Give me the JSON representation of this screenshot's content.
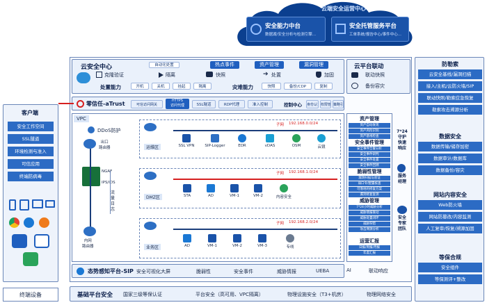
{
  "cloud": {
    "title": "云端安全运营中心",
    "capability": {
      "title": "安全能力中台",
      "desc": "数据湖/安全分析与检测引擎..."
    },
    "managed": {
      "title": "安全托管服务平台",
      "desc": "工单系统/报告中心/事件中心..."
    }
  },
  "client": {
    "title": "客户端",
    "items": [
      "安全工作空间",
      "SSL隧道",
      "环境检测与准入",
      "可信应用",
      "终端防病毒"
    ],
    "footer": "终端设备"
  },
  "center": {
    "title": "云安全中心",
    "badge": "自动化处置",
    "tabs": [
      "热点事件",
      "资产管理",
      "漏洞管理"
    ],
    "actions": [
      "克隆验证",
      "隔离",
      "快照",
      "处置",
      "加固"
    ],
    "process_label": "处置能力",
    "process_btns": [
      "开机",
      "关机",
      "挂起",
      "隔离"
    ],
    "recover_label": "灾难能力",
    "recover_btns": [
      "快照",
      "备份/CDP",
      "复制"
    ]
  },
  "linkage": {
    "title": "云平台联动",
    "items": [
      "联动快照",
      "备份容灾"
    ]
  },
  "ztna": {
    "label": "零信任-aTrust",
    "btns": [
      "可信访问网关",
      "HTTPS\n访问代理",
      "SSL隧道",
      "RDP代理",
      "准入控制"
    ],
    "ctrl": "控制中心",
    "ctrl_btns": [
      "身份认证",
      "权限管理",
      "策略引擎"
    ]
  },
  "vpc": {
    "label": "VPC",
    "ddos": "DDoS防护",
    "router_out": "出口\n路由器",
    "ngaf": "NGAF",
    "ipsids": "IPS/IDS",
    "flowlog": "流量日志",
    "router_in": "内网\n路由器",
    "zones": [
      "运维区",
      "DMZ区",
      "业务区"
    ],
    "subnet_label": "子网",
    "subnets": [
      "192.168.0.0/24",
      "192.168.1.0/24",
      "192.168.2.0/24"
    ],
    "row1": [
      "SSL VPN",
      "SIP-Logger",
      "EDR",
      "vDAS",
      "OSM",
      "云镜"
    ],
    "row2": [
      "STA",
      "AD",
      "VM-1",
      "VM-2",
      "内容安全"
    ],
    "row3": [
      "AD",
      "VM-1",
      "VM-2",
      "VM-3",
      "专线"
    ]
  },
  "sip": {
    "title": "态势感知平台-SIP",
    "items": [
      "安全可视化大屏",
      "脆弱性",
      "安全事件",
      "威胁情报",
      "UEBA",
      "AI",
      "联动响应"
    ]
  },
  "base": {
    "title": "基础平台安全",
    "items": [
      "国家三级等保认证",
      "平台安全（高可用、VPC隔离）",
      "物理设施安全（T3+机房）",
      "物理网络安全"
    ]
  },
  "ops": {
    "sections": [
      {
        "title": "资产管理",
        "items": [
          "资产自动发现",
          "资产风险识别",
          "资产基线检查",
          "资产全生命周期"
        ]
      },
      {
        "title": "安全事件管理",
        "items": [
          "安全事件告警分析",
          "安全事件研判",
          "安全事件处置",
          "安全事件回溯",
          "安全事件闭环",
          "重大事件应急响应"
        ]
      },
      {
        "title": "脆弱性管理",
        "items": [
          "漏洞扫描与验证",
          "弱口令/配置核查",
          "可落地的修复方案",
          "漏洞修复复测",
          "基线配置核查与加固"
        ]
      },
      {
        "title": "威胁管理",
        "items": [
          "7*24小时威胁分析",
          "威胁情报联动",
          "威胁处置闭环",
          "威胁狩猎",
          "攻击溯源分析",
          "失陷主机检测"
        ]
      },
      {
        "title": "运营汇报",
        "items": [
          "日报/周报/月报",
          "年度汇报"
        ]
      }
    ],
    "side": [
      "7*24\n守护\n快速\n响应",
      "服务\n经理",
      "安全\n专家\n团队"
    ]
  },
  "right": {
    "sections": [
      {
        "title": "防勒索",
        "items": [
          "云安全基线/漏洞扫描",
          "接入/主机/云防火墙/SIP",
          "联动快照/勒索应急恢复",
          "勒索攻击溯源分析"
        ]
      },
      {
        "title": "数据安全",
        "items": [
          "数据传输/储存加密",
          "数据审计/数据库",
          "数据备份/容灾"
        ]
      },
      {
        "title": "网站内容安全",
        "items": [
          "Web防火墙",
          "网站防篡改/内容监测",
          "人工复审/恢复/溯源加固"
        ]
      },
      {
        "title": "等保合规",
        "items": [
          "安全组件",
          "等保测评+整改"
        ]
      }
    ]
  }
}
